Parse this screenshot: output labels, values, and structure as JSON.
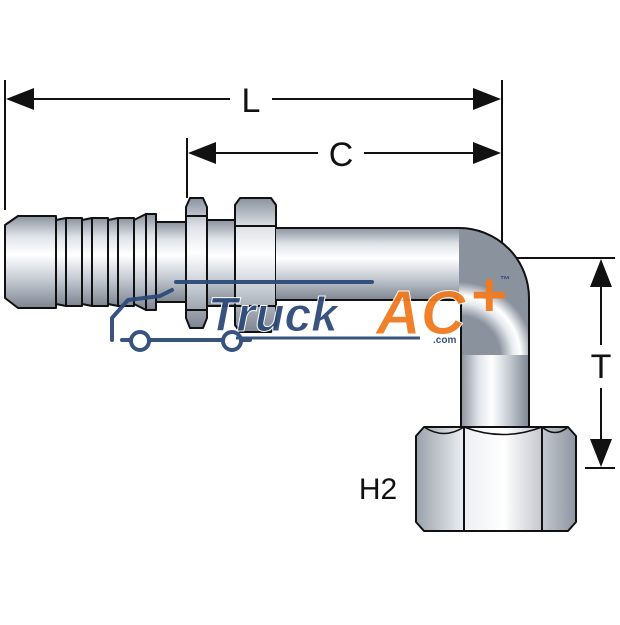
{
  "dimensions": {
    "overall_length_label": "L",
    "cut_length_label": "C",
    "drop_label": "T",
    "hex_label": "H2"
  },
  "watermark": {
    "brand_word": "Truck",
    "brand_accent": "AC",
    "brand_plus": "+",
    "brand_domain": ".com",
    "brand_tm": "™"
  },
  "colors": {
    "line": "#111111",
    "metal_light": "#f4f6f8",
    "metal_mid": "#c9ced6",
    "metal_dark": "#8a929e",
    "watermark_blue": "#2d4a78",
    "watermark_orange": "#f07a1e"
  }
}
